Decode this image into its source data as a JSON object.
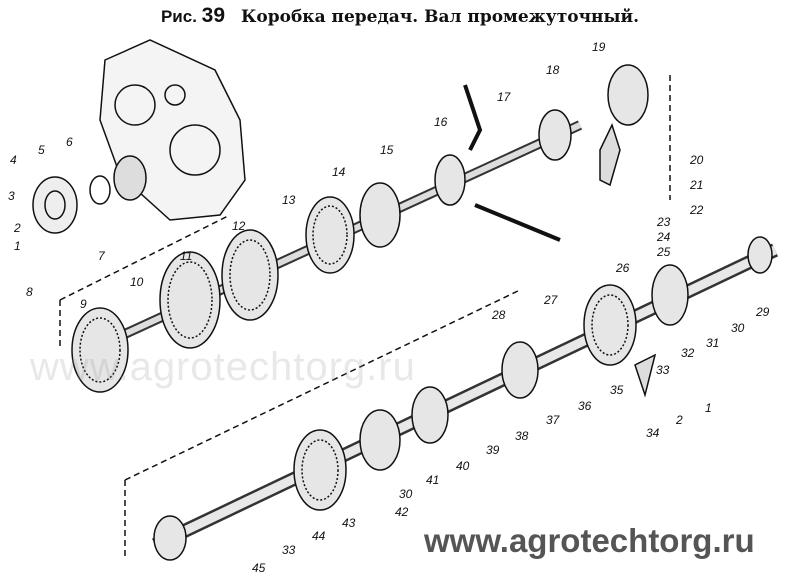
{
  "title": {
    "figure_prefix": "Рис.",
    "figure_number": "39",
    "caption": "Коробка передач. Вал промежуточный."
  },
  "part_labels": [
    "1",
    "2",
    "3",
    "4",
    "5",
    "6",
    "7",
    "8",
    "9",
    "10",
    "11",
    "12",
    "13",
    "14",
    "15",
    "16",
    "17",
    "18",
    "19",
    "20",
    "21",
    "22",
    "23",
    "24",
    "25",
    "26",
    "27",
    "28",
    "29",
    "30",
    "31",
    "32",
    "33",
    "34",
    "35",
    "36",
    "37",
    "38",
    "39",
    "40",
    "41",
    "42",
    "30",
    "43",
    "44",
    "33",
    "45",
    "1",
    "2"
  ],
  "watermarks": {
    "center": "www.agrotechtorg.ru",
    "bottom": "www.agrotechtorg.ru"
  },
  "colors": {
    "ink": "#111111",
    "watermark": "#555555"
  }
}
